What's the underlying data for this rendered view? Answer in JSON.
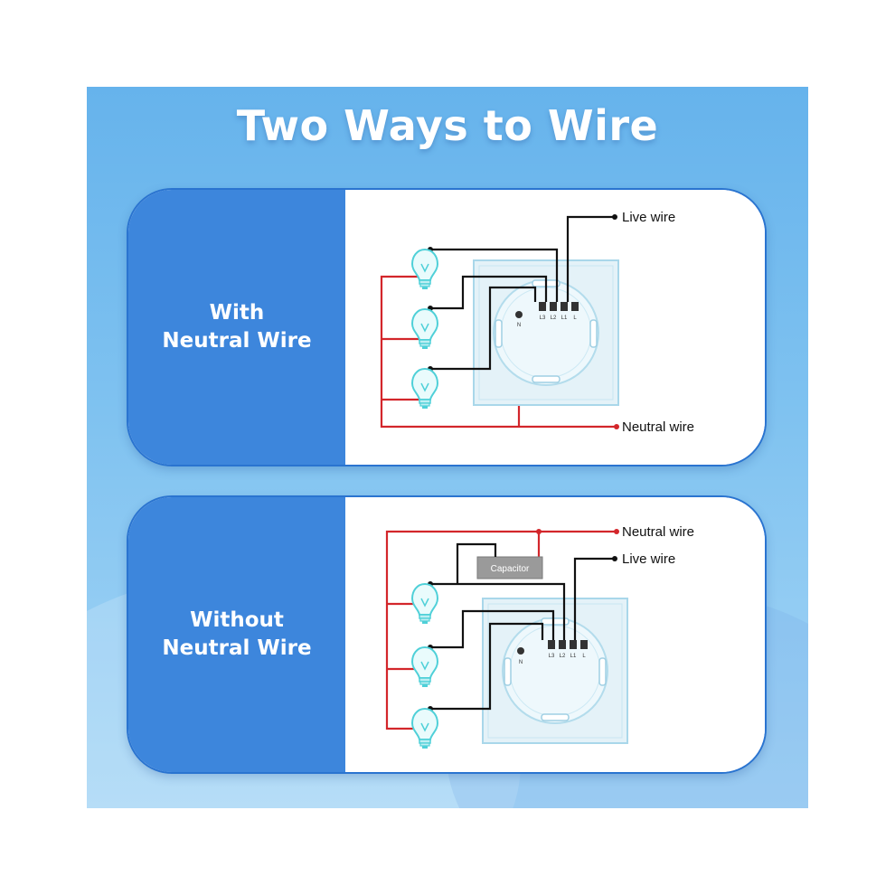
{
  "title": "Two Ways to Wire",
  "cards": [
    {
      "label_line1": "With",
      "label_line2": "Neutral Wire",
      "live_label": "Live wire",
      "neutral_label": "Neutral wire"
    },
    {
      "label_line1": "Without",
      "label_line2": "Neutral Wire",
      "live_label": "Live wire",
      "neutral_label": "Neutral wire",
      "capacitor_label": "Capacitor"
    }
  ],
  "terminals": [
    "L3",
    "L2",
    "L1",
    "L"
  ],
  "neutral_terminal": "N",
  "colors": {
    "live": "#111111",
    "neutral": "#d3262b",
    "panel_accent": "#3d86dc",
    "bulb": "#4fd0d8"
  }
}
